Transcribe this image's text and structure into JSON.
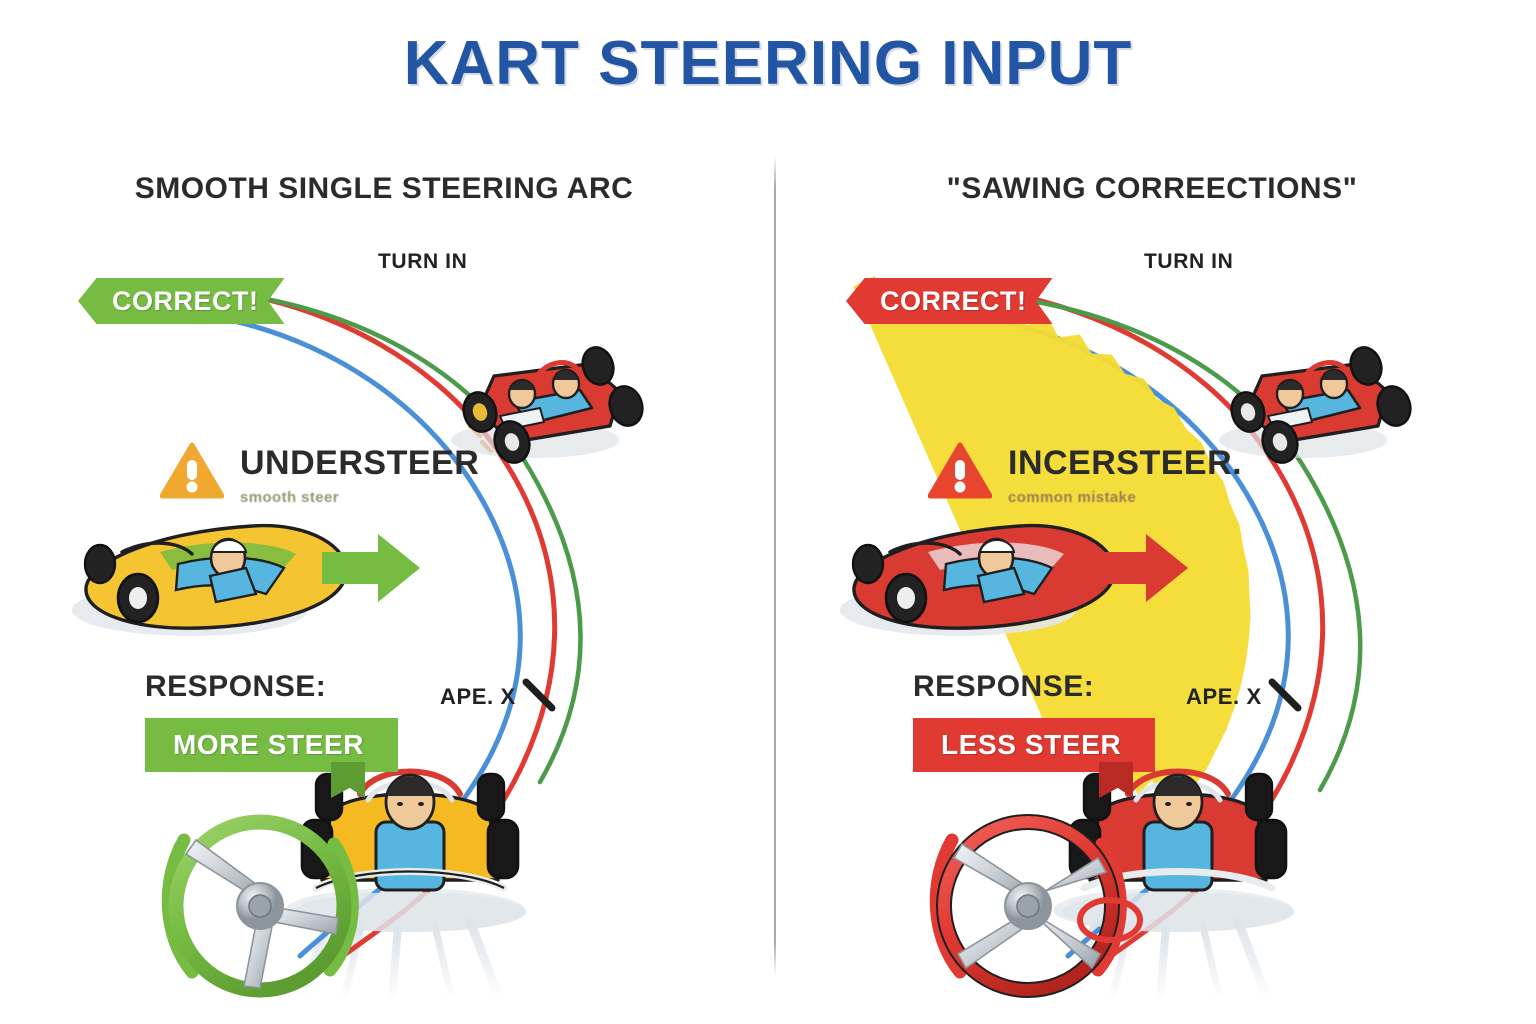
{
  "poster": {
    "title": "KART STEERING INPUT",
    "title_color": "#2255a4",
    "background_color": "#ffffff"
  },
  "panels": {
    "left": {
      "heading": "SMOOTH SINGLE STEERING ARC",
      "verdict": {
        "label": "CORRECT!",
        "color": "#76bc43",
        "style": "green-banner-left-arrow"
      },
      "turn_in": {
        "label": "TURN IN",
        "marker": "cone-pin-marker"
      },
      "fault": {
        "title": "UNDERSTEER",
        "subtitle": "smooth steer",
        "warning_color": "#f0a830",
        "arrow_color": "#76bc43",
        "kart_color": "#f5c431"
      },
      "response": {
        "label": "RESPONSE:",
        "ribbon": "MORE STEER",
        "ribbon_color": "#76bc43"
      },
      "apex": {
        "label": "APE. X"
      },
      "steering_wheel": {
        "rim_color": "#76bc43",
        "spokes": 3,
        "rotation_arc_color": "#76bc43"
      },
      "racing_lines": [
        {
          "name": "outer-line",
          "color": "#e03a32",
          "style": "smooth"
        },
        {
          "name": "ideal-line",
          "color": "#4a90d9",
          "style": "smooth"
        },
        {
          "name": "inner-line",
          "color": "#4b9b4b",
          "style": "smooth"
        }
      ],
      "karts": [
        {
          "name": "entry-kart",
          "color": "#d93b33",
          "view": "three-quarter"
        },
        {
          "name": "apex-kart",
          "color": "#f5b921",
          "view": "front"
        }
      ]
    },
    "right": {
      "heading": "\"SAWING CORREECTIONS\"",
      "verdict": {
        "label": "CORRECT!",
        "color": "#e03a32",
        "style": "red-banner-left-arrow"
      },
      "turn_in": {
        "label": "TURN IN",
        "marker": "cone-pin-marker"
      },
      "fault": {
        "title": "INCERSTEER.",
        "subtitle": "common mistake",
        "warning_color": "#e8452f",
        "arrow_color": "#d93b33",
        "kart_color": "#d93b33"
      },
      "response": {
        "label": "RESPONSE:",
        "ribbon": "LESS STEER",
        "ribbon_color": "#e03a32"
      },
      "apex": {
        "label": "APE. X"
      },
      "steering_wheel": {
        "rim_color": "#e03a32",
        "spokes": 4,
        "rotation_arc_color": "#e03a32"
      },
      "racing_lines": [
        {
          "name": "outer-line",
          "color": "#e03a32",
          "style": "smooth"
        },
        {
          "name": "ideal-line",
          "color": "#4a90d9",
          "style": "smooth"
        },
        {
          "name": "inner-line",
          "color": "#4b9b4b",
          "style": "smooth"
        },
        {
          "name": "sawing-zigzag-line",
          "color": "#f5dd32",
          "style": "zigzag"
        }
      ],
      "karts": [
        {
          "name": "entry-kart",
          "color": "#d93b33",
          "view": "three-quarter"
        },
        {
          "name": "apex-kart",
          "color": "#d93b33",
          "view": "front"
        }
      ]
    }
  }
}
